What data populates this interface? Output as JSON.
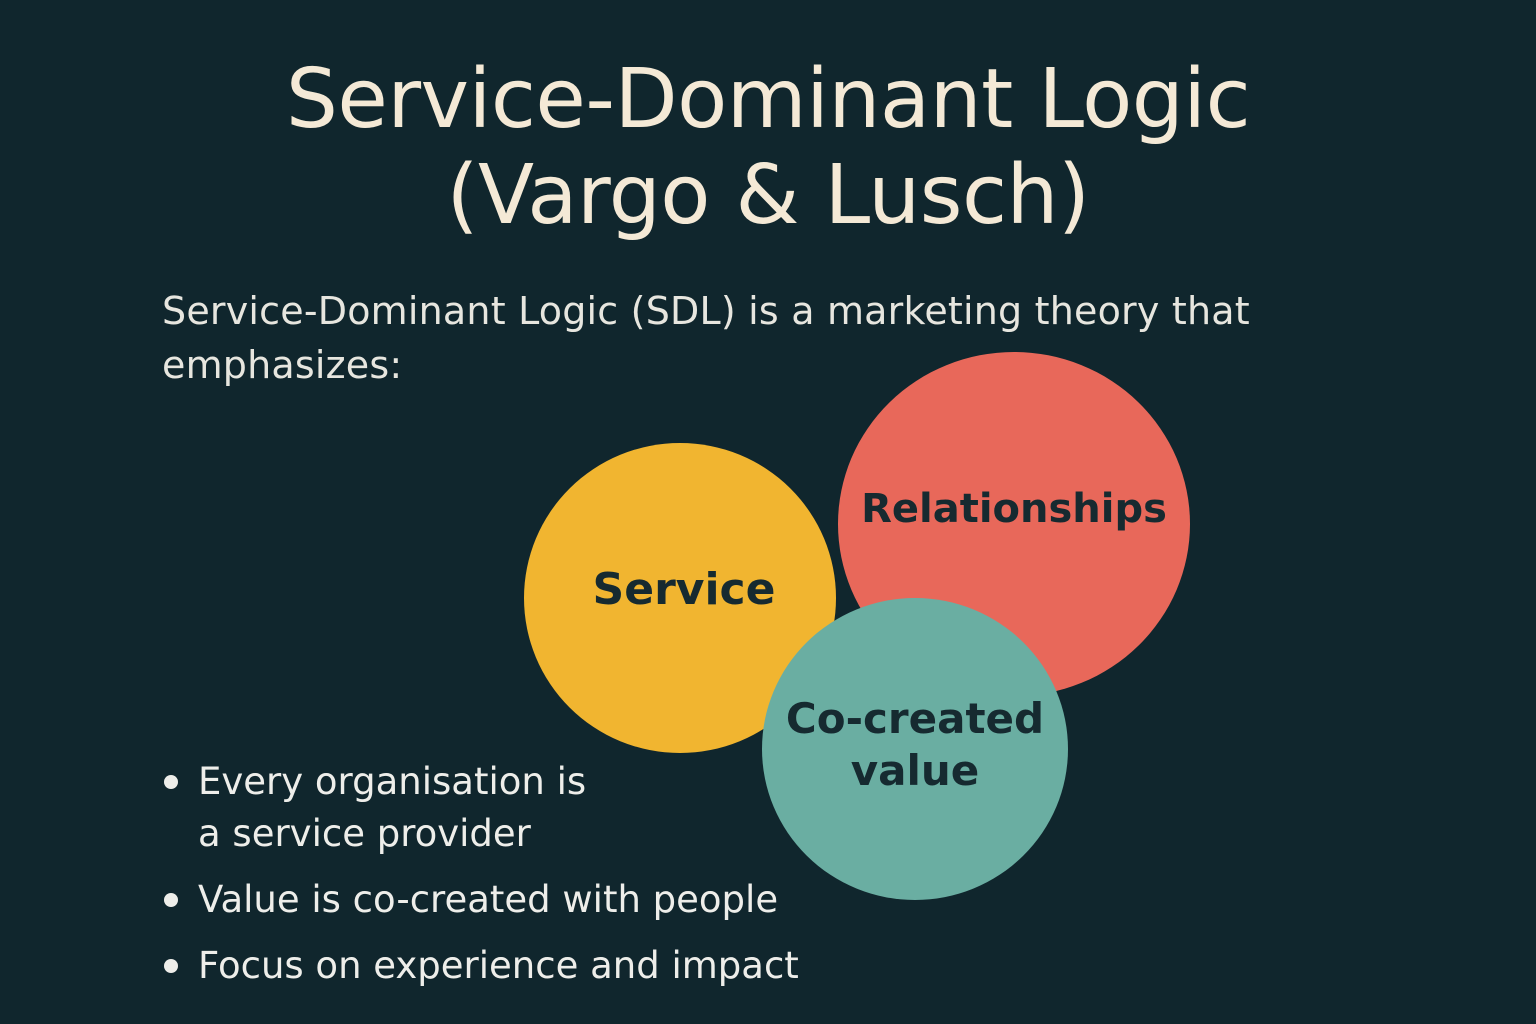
{
  "title": {
    "line1": "Service-Dominant Logic",
    "line2": "(Vargo & Lusch)"
  },
  "intro": "Service-Dominant Logic (SDL) is a marketing theory that emphasizes:",
  "circles": [
    {
      "label": "Service",
      "color": "#f1b530"
    },
    {
      "label": "Relationships",
      "color": "#e8685a"
    },
    {
      "label": "Co-created value",
      "color": "#6aaea2"
    }
  ],
  "bullets": [
    "Every organisation is a service provider",
    "Value is co-created with people",
    "Focus on experience and impact"
  ],
  "colors": {
    "background": "#10262d",
    "title": "#f4e9d6",
    "text": "#eeeeea",
    "circle_text": "#162a30"
  }
}
